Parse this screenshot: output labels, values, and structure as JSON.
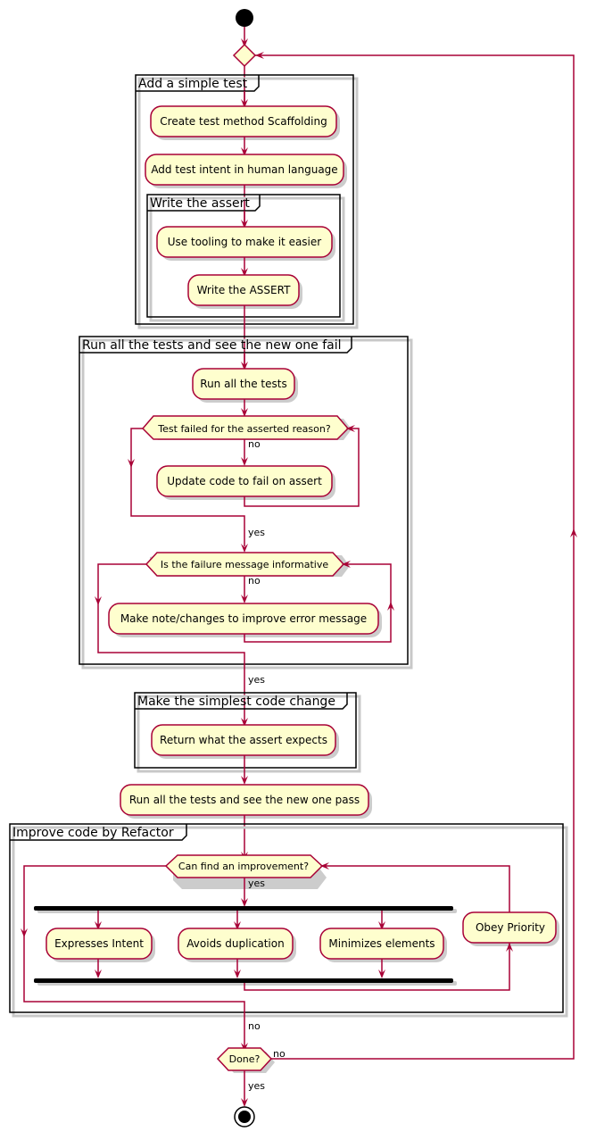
{
  "groups": {
    "add_test": "Add a simple test",
    "write_assert": "Write the assert",
    "run_fail": "Run all the tests and see the new one fail",
    "simplest_change": "Make the simplest code change",
    "refactor": "Improve code by Refactor"
  },
  "activities": {
    "create_scaffolding": "Create test method Scaffolding",
    "add_intent": "Add test intent in human language",
    "use_tooling": "Use tooling to make it easier",
    "write_assert": "Write the ASSERT",
    "run_tests": "Run all the tests",
    "update_code": "Update code to fail on assert",
    "make_note": "Make note/changes to improve error message",
    "return_expects": "Return what the assert expects",
    "run_pass": "Run all the tests and see the new one pass",
    "expresses_intent": "Expresses Intent",
    "avoids_duplication": "Avoids duplication",
    "minimizes_elements": "Minimizes elements",
    "obey_priority": "Obey Priority"
  },
  "decisions": {
    "test_failed": "Test failed for the asserted reason?",
    "failure_informative": "Is the failure message informative",
    "can_improve": "Can find an improvement?",
    "done": "Done?"
  },
  "edge_labels": {
    "no1": "no",
    "yes1": "yes",
    "no2": "no",
    "yes2": "yes",
    "yes3": "yes",
    "no3": "no",
    "no_done": "no",
    "yes_done": "yes"
  }
}
